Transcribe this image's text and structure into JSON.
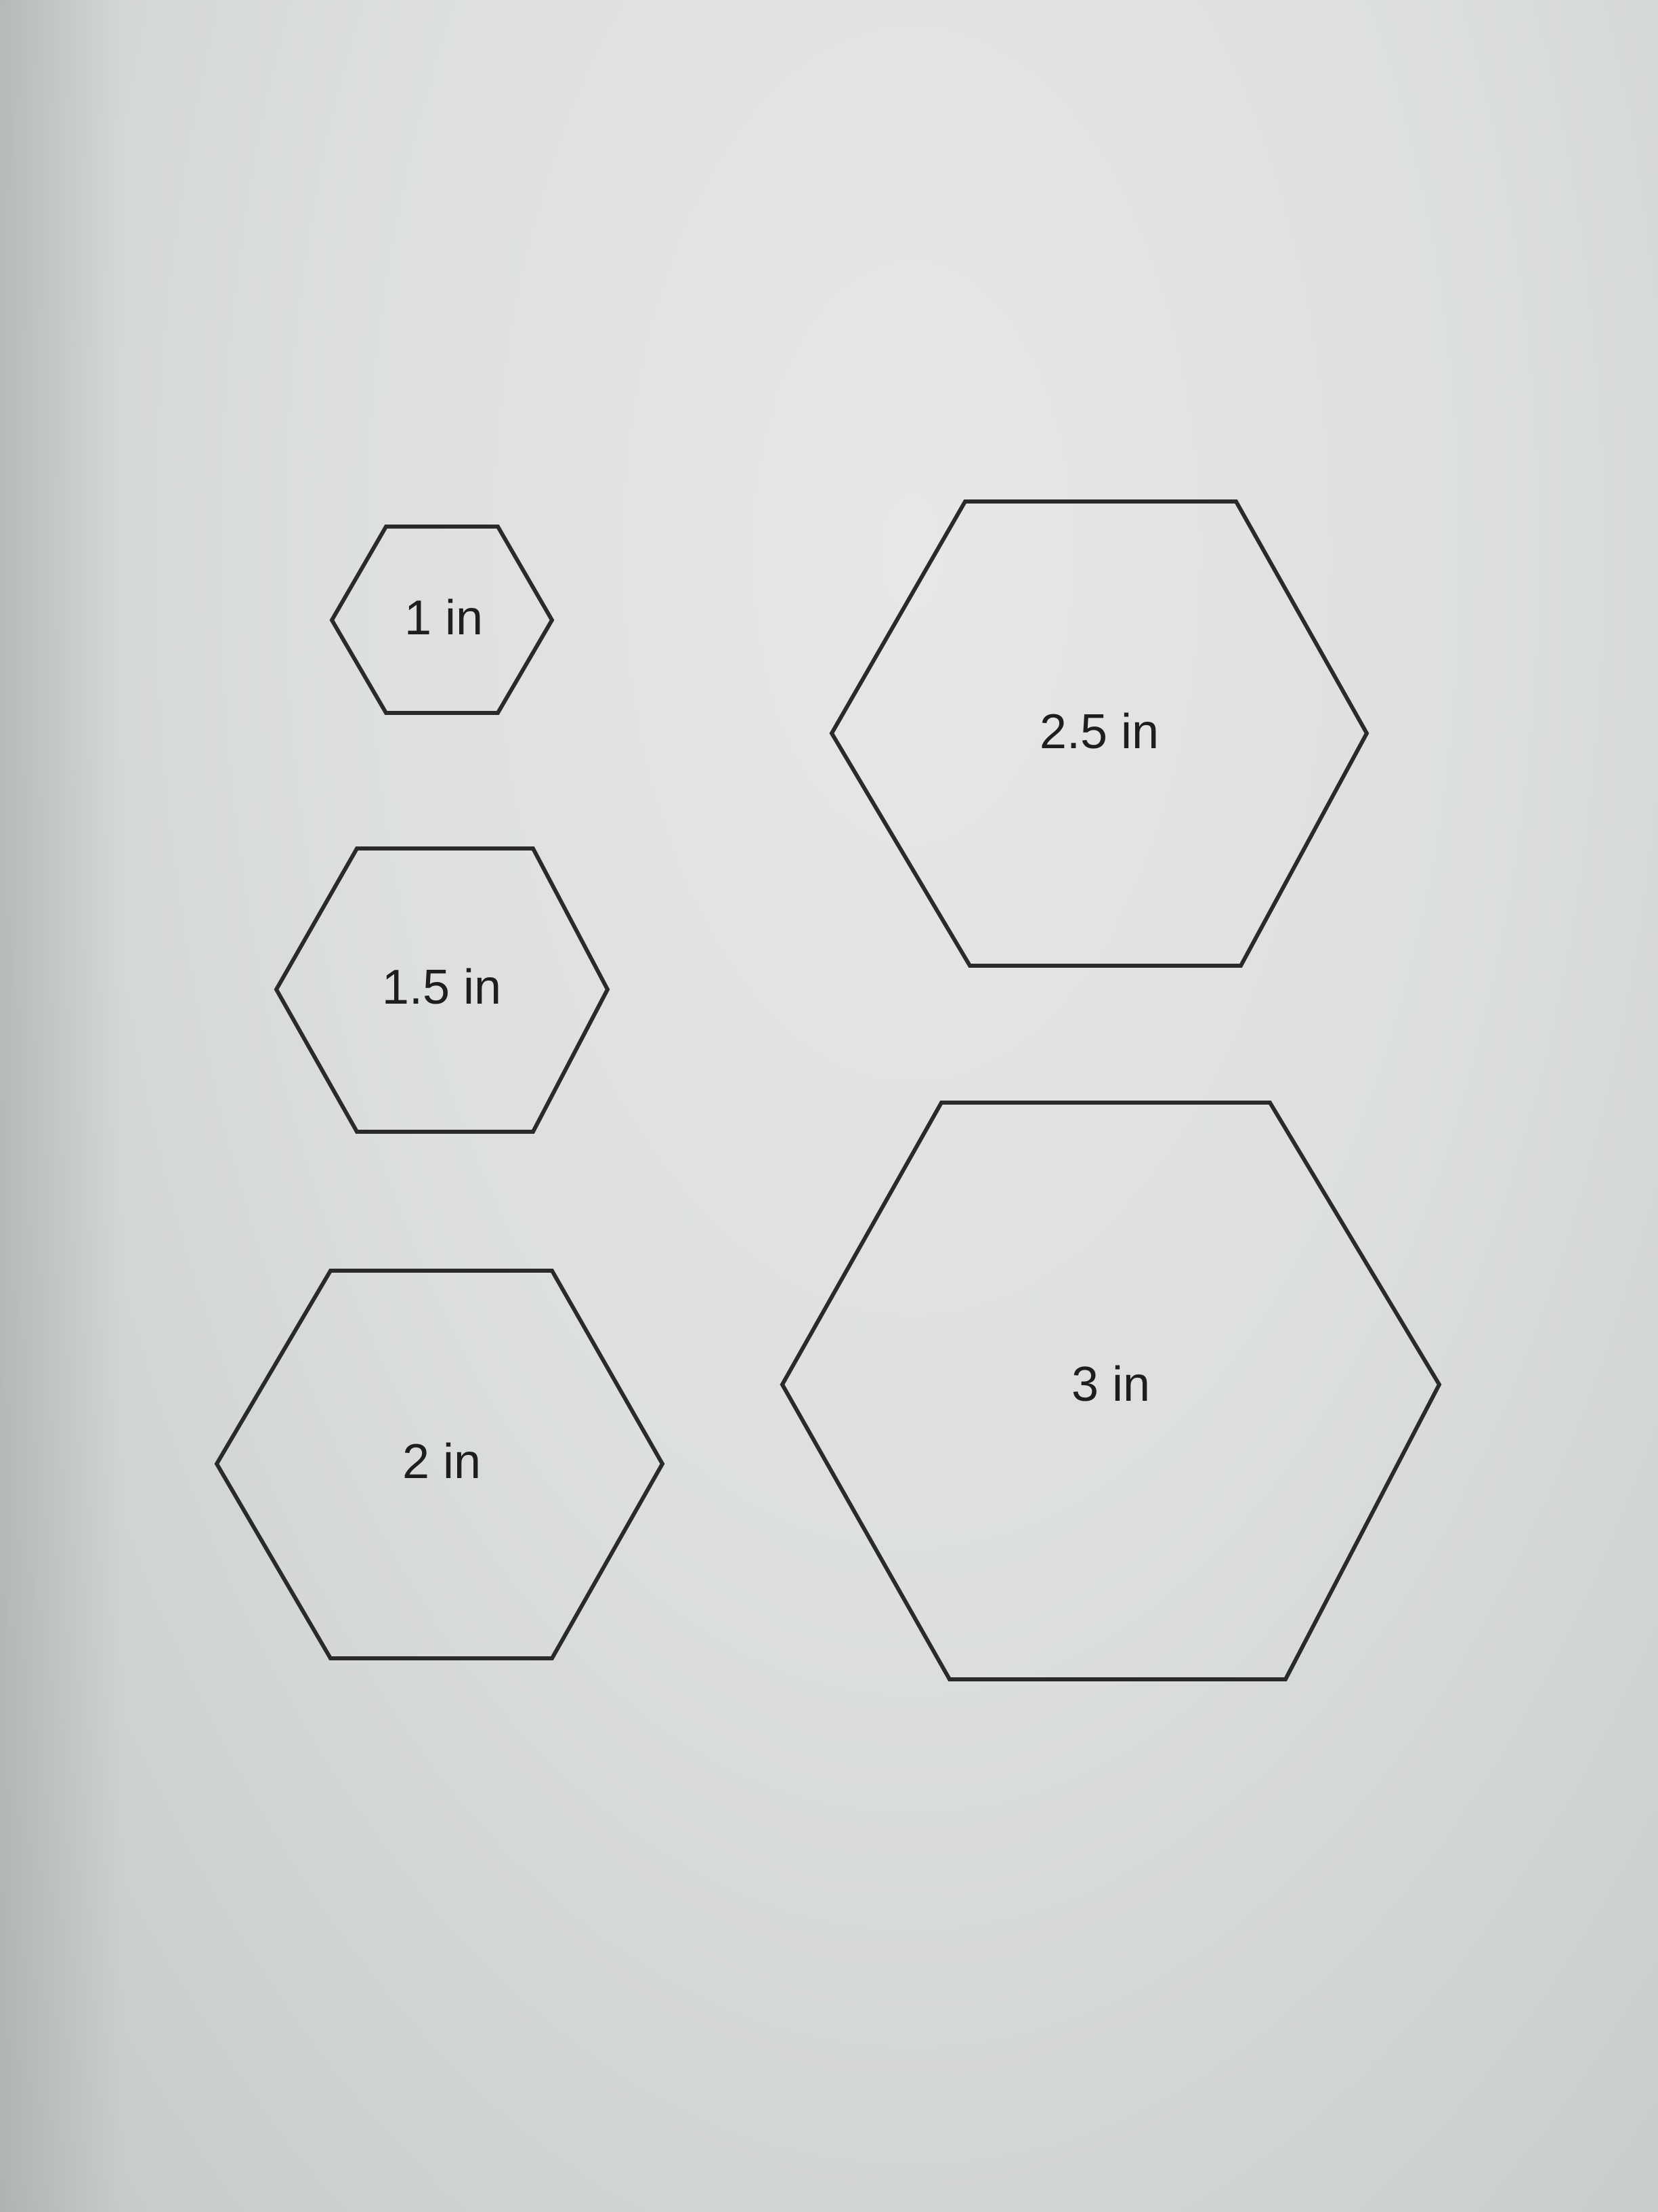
{
  "hexagons": [
    {
      "id": "hex-1",
      "label": "1 in"
    },
    {
      "id": "hex-1-5",
      "label": "1.5 in"
    },
    {
      "id": "hex-2",
      "label": "2 in"
    },
    {
      "id": "hex-2-5",
      "label": "2.5 in"
    },
    {
      "id": "hex-3",
      "label": "3 in"
    }
  ],
  "colors": {
    "paper": "#dfe2e1",
    "outline": "#2a2a2a",
    "text": "#1e1e1e"
  }
}
